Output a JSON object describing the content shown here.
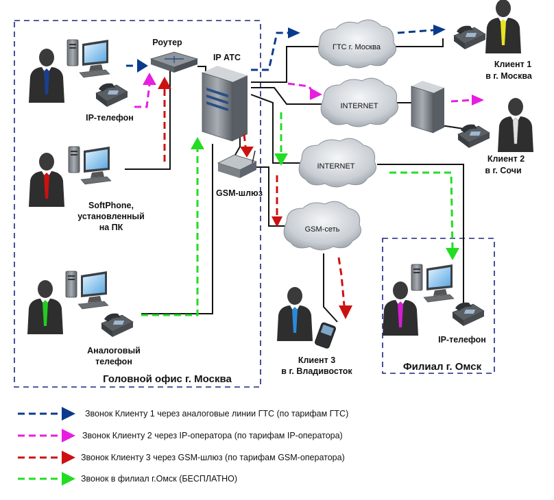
{
  "labels": {
    "router": "Роутер",
    "ip_pbx": "IP АТС",
    "ip_phone_left": "IP-телефон",
    "softphone_1": "SoftPhone,",
    "softphone_2": "установленный",
    "softphone_3": "на ПК",
    "gsm_gateway": "GSM-шлюз",
    "analog_1": "Аналоговый",
    "analog_2": "телефон",
    "client1_1": "Клиент 1",
    "client1_2": "в г. Москва",
    "client2_1": "Клиент 2",
    "client2_2": "в г. Сочи",
    "client3_1": "Клиент 3",
    "client3_2": "в г. Владивосток",
    "ip_phone_right": "IP-телефон"
  },
  "clouds": {
    "gts": "ГТС г. Москва",
    "internet_1": "INTERNET",
    "internet_2": "INTERNET",
    "gsm": "GSM-сеть"
  },
  "offices": {
    "head": "Головной офис г. Москва",
    "branch": "Филиал г. Омск"
  },
  "legend": [
    {
      "text": "Звонок Клиенту 1 через аналоговые линии ГТС (по тарифам ГТС)",
      "color": "#0b3a8c"
    },
    {
      "text": "Звонок Клиенту 2 через IP-оператора (по тарифам IP-оператора)",
      "color": "#e81de0"
    },
    {
      "text": "Звонок Клиенту 3 через GSM-шлюз  (по тарифам GSM-оператора)",
      "color": "#cc1111"
    },
    {
      "text": "Звонок в филиал г.Омск  (БЕСПЛАТНО)",
      "color": "#22dd22"
    }
  ],
  "colors": {
    "blue": "#0b3a8c",
    "magenta": "#e81de0",
    "red": "#cc1111",
    "green": "#22dd22",
    "office_border": "#1a237e"
  }
}
